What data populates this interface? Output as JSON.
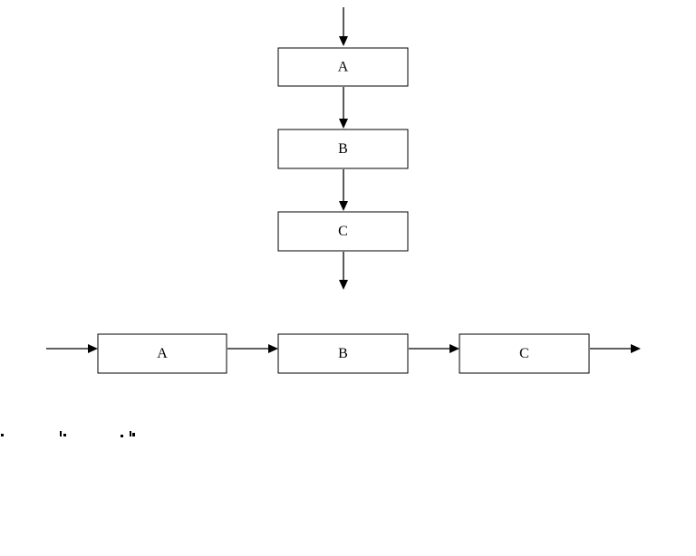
{
  "vertical_flow": {
    "boxes": [
      {
        "label": "A"
      },
      {
        "label": "B"
      },
      {
        "label": "C"
      }
    ]
  },
  "horizontal_flow": {
    "boxes": [
      {
        "label": "A"
      },
      {
        "label": "B"
      },
      {
        "label": "C"
      }
    ]
  },
  "colors": {
    "stroke": "#000000",
    "background": "#ffffff"
  }
}
